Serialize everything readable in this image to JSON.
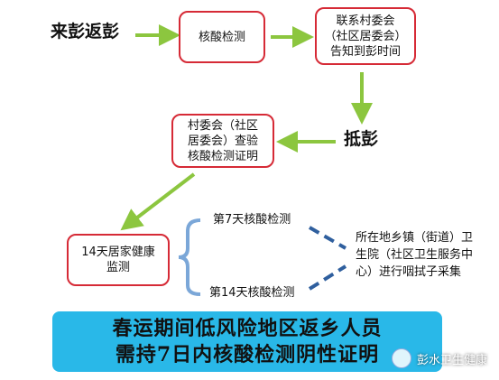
{
  "nodes": {
    "come_back": "来彭返彭",
    "nucleic_test": "核酸检测",
    "contact_committee": "联系村委会\n（社区居委会）\n告知到彭时间",
    "arrive": "抵彭",
    "committee_check": "村委会（社区\n居委会）查验\n核酸检测证明",
    "home_health": "14天居家健康\n监测",
    "day7": "第7天核酸检测",
    "day14": "第14天核酸检测",
    "sampling": "所在地乡镇（街道）卫\n生院（社区卫生服务中\n心）进行咽拭子采集"
  },
  "banner": {
    "line1": "春运期间低风险地区返乡人员",
    "line2": "需持7日内核酸检测阴性证明"
  },
  "watermark": "彭水卫生健康",
  "colors": {
    "box_border": "#d62a36",
    "arrow_green": "#8cc63f",
    "bracket_blue": "#7ba7d8",
    "dash_blue": "#2f5f9e",
    "banner_bg": "#29b8e8"
  }
}
